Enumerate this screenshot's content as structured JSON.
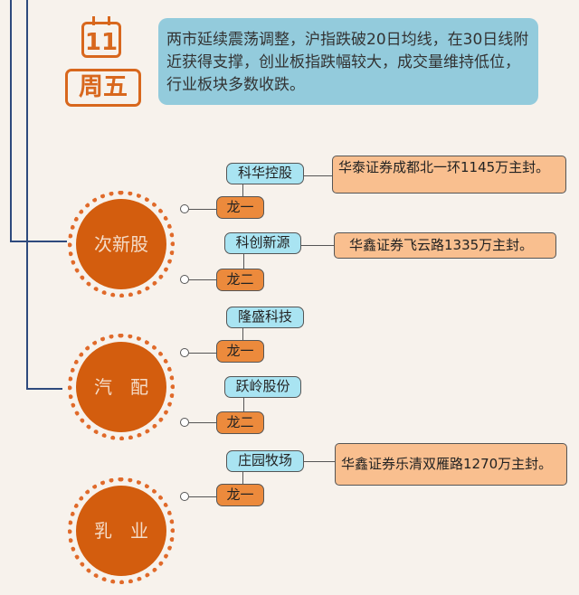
{
  "date": {
    "day": "11",
    "weekday": "周五"
  },
  "summary": "两市延续震荡调整，沪指跌破20日均线，在30日线附近获得支撑，创业板指跌幅较大，成交量维持低位，行业板块多数收跌。",
  "colors": {
    "category": "#d35d0e",
    "stock": "#a9e4f2",
    "rank": "#ec8a3c",
    "quote": "#f9bf8f",
    "summary": "#93cbdc",
    "line": "#2e4a7d"
  },
  "categories": [
    {
      "name": "次新股",
      "stocks": [
        {
          "name": "科华控股",
          "rank": "龙一",
          "note": "华泰证券成都北一环1145万主封。"
        },
        {
          "name": "科创新源",
          "rank": "龙二",
          "note": "华鑫证券飞云路1335万主封。"
        }
      ]
    },
    {
      "name": "汽　配",
      "stocks": [
        {
          "name": "隆盛科技",
          "rank": "龙一"
        },
        {
          "name": "跃岭股份",
          "rank": "龙二"
        }
      ]
    },
    {
      "name": "乳　业",
      "stocks": [
        {
          "name": "庄园牧场",
          "rank": "龙一",
          "note": "华鑫证券乐清双雁路1270万主封。"
        }
      ]
    }
  ]
}
